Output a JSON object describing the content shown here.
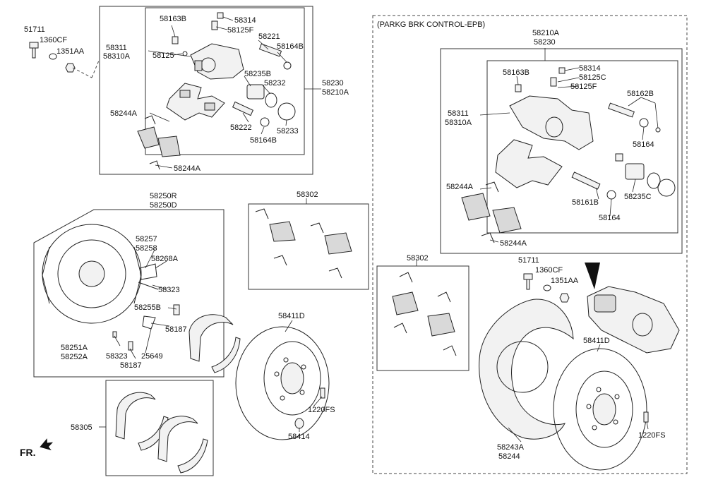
{
  "labels": {
    "l_51711_a": "51711",
    "l_1360cf_a": "1360CF",
    "l_1351aa_a": "1351AA",
    "l_58163b_a": "58163B",
    "l_58314_a": "58314",
    "l_58125f_a": "58125F",
    "l_58221": "58221",
    "l_58164b_a": "58164B",
    "l_58311_a": "58311",
    "l_58310a_a": "58310A",
    "l_58125": "58125",
    "l_58235b": "58235B",
    "l_58232": "58232",
    "l_58230_a": "58230",
    "l_58210a_a": "58210A",
    "l_58244a_a1": "58244A",
    "l_58222": "58222",
    "l_58233": "58233",
    "l_58164b_a2": "58164B",
    "l_58244a_a2": "58244A",
    "l_58250r": "58250R",
    "l_58250d": "58250D",
    "l_58257": "58257",
    "l_58258": "58258",
    "l_58268a": "58268A",
    "l_58323_1": "58323",
    "l_58255b": "58255B",
    "l_58187_1": "58187",
    "l_58251a": "58251A",
    "l_58252a": "58252A",
    "l_58323_2": "58323",
    "l_25649": "25649",
    "l_58187_2": "58187",
    "l_58302_a": "58302",
    "l_58411d_a": "58411D",
    "l_1220fs_a": "1220FS",
    "l_58414": "58414",
    "l_58305": "58305",
    "l_fr": "FR.",
    "l_epb": "(PARKG BRK CONTROL-EPB)",
    "l_58210a_b": "58210A",
    "l_58230_b": "58230",
    "l_58163b_b": "58163B",
    "l_58314_b": "58314",
    "l_58125c": "58125C",
    "l_58125f_b": "58125F",
    "l_58162b": "58162B",
    "l_58311_b": "58311",
    "l_58310a_b": "58310A",
    "l_58164_b1": "58164",
    "l_58244a_b1": "58244A",
    "l_58161b": "58161B",
    "l_58235c": "58235C",
    "l_58164_b2": "58164",
    "l_58244a_b2": "58244A",
    "l_58302_b": "58302",
    "l_51711_b": "51711",
    "l_1360cf_b": "1360CF",
    "l_1351aa_b": "1351AA",
    "l_58411d_b": "58411D",
    "l_1220fs_b": "1220FS",
    "l_58243a": "58243A",
    "l_58244": "58244"
  }
}
